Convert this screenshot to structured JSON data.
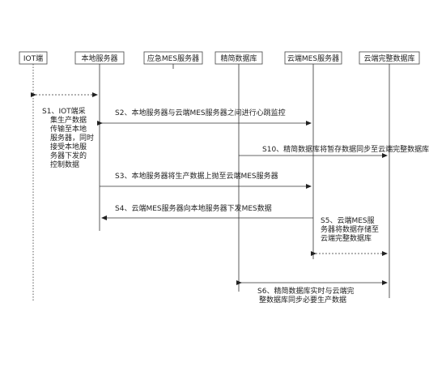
{
  "participants": [
    "IOT端",
    "本地服务器",
    "应急MES服务器",
    "精简数据库",
    "云端MES服务器",
    "云端完整数据库"
  ],
  "messages": {
    "s1": [
      "S1、IOT端采",
      "集生产数据",
      "传输至本地",
      "服务器，同时",
      "接受本地服",
      "务器下发的",
      "控制数据"
    ],
    "s2": "S2、本地服务器与云端MES服务器之间进行心跳监控",
    "s10": "S10、精简数据库将暂存数据同步至云端完整数据库",
    "s3": "S3、本地服务器将生产数据上抛至云端MES服务器",
    "s4": "S4、云端MES服务器向本地服务器下发MES数据",
    "s5": [
      "S5、云端MES服",
      "务器将数据存储至",
      "云端完整数据库"
    ],
    "s6": [
      "S6、精简数据库实时与云端完",
      "整数据库同步必要生产数据"
    ]
  }
}
